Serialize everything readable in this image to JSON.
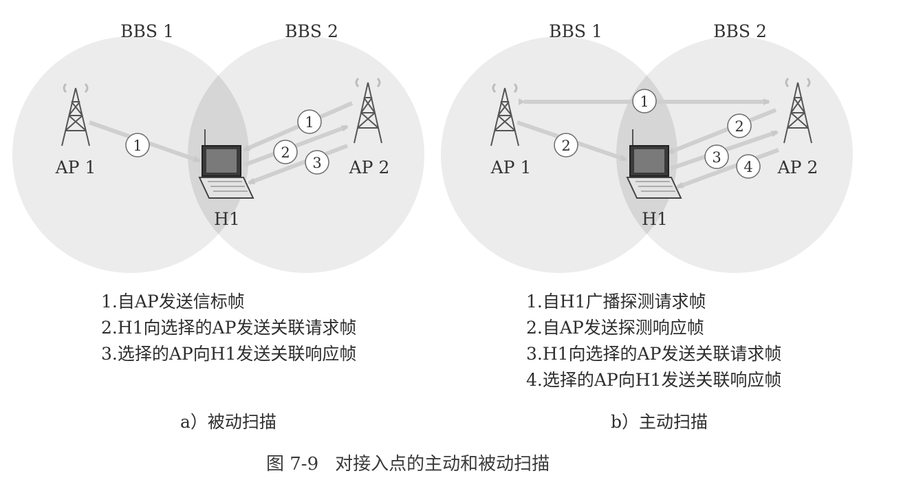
{
  "panels": [
    {
      "bss1": "BBS 1",
      "bss2": "BBS 2",
      "ap1": "AP 1",
      "ap2": "AP 2",
      "host": "H1",
      "markers": [
        "1",
        "2",
        "3"
      ],
      "steps": [
        "1.自AP发送信标帧",
        "2.H1向选择的AP发送关联请求帧",
        "3.选择的AP向H1发送关联响应帧"
      ],
      "subtitle": "a）被动扫描"
    },
    {
      "bss1": "BBS 1",
      "bss2": "BBS 2",
      "ap1": "AP 1",
      "ap2": "AP 2",
      "host": "H1",
      "markers": [
        "1",
        "2",
        "2",
        "3",
        "4"
      ],
      "steps": [
        "1.自H1广播探测请求帧",
        "2.自AP发送探测响应帧",
        "3.H1向选择的AP发送关联请求帧",
        "4.选择的AP向H1发送关联响应帧"
      ],
      "subtitle": "b）主动扫描"
    }
  ],
  "figure_number": "图 7-9",
  "figure_title": "对接入点的主动和被动扫描",
  "colors": {
    "bss_fill": "#ececec",
    "overlap_fill": "#d6d6d6",
    "arrow": "#cfcfcf",
    "marker_fill": "#ffffff",
    "marker_stroke": "#6b6b6b",
    "tower": "#555555"
  }
}
